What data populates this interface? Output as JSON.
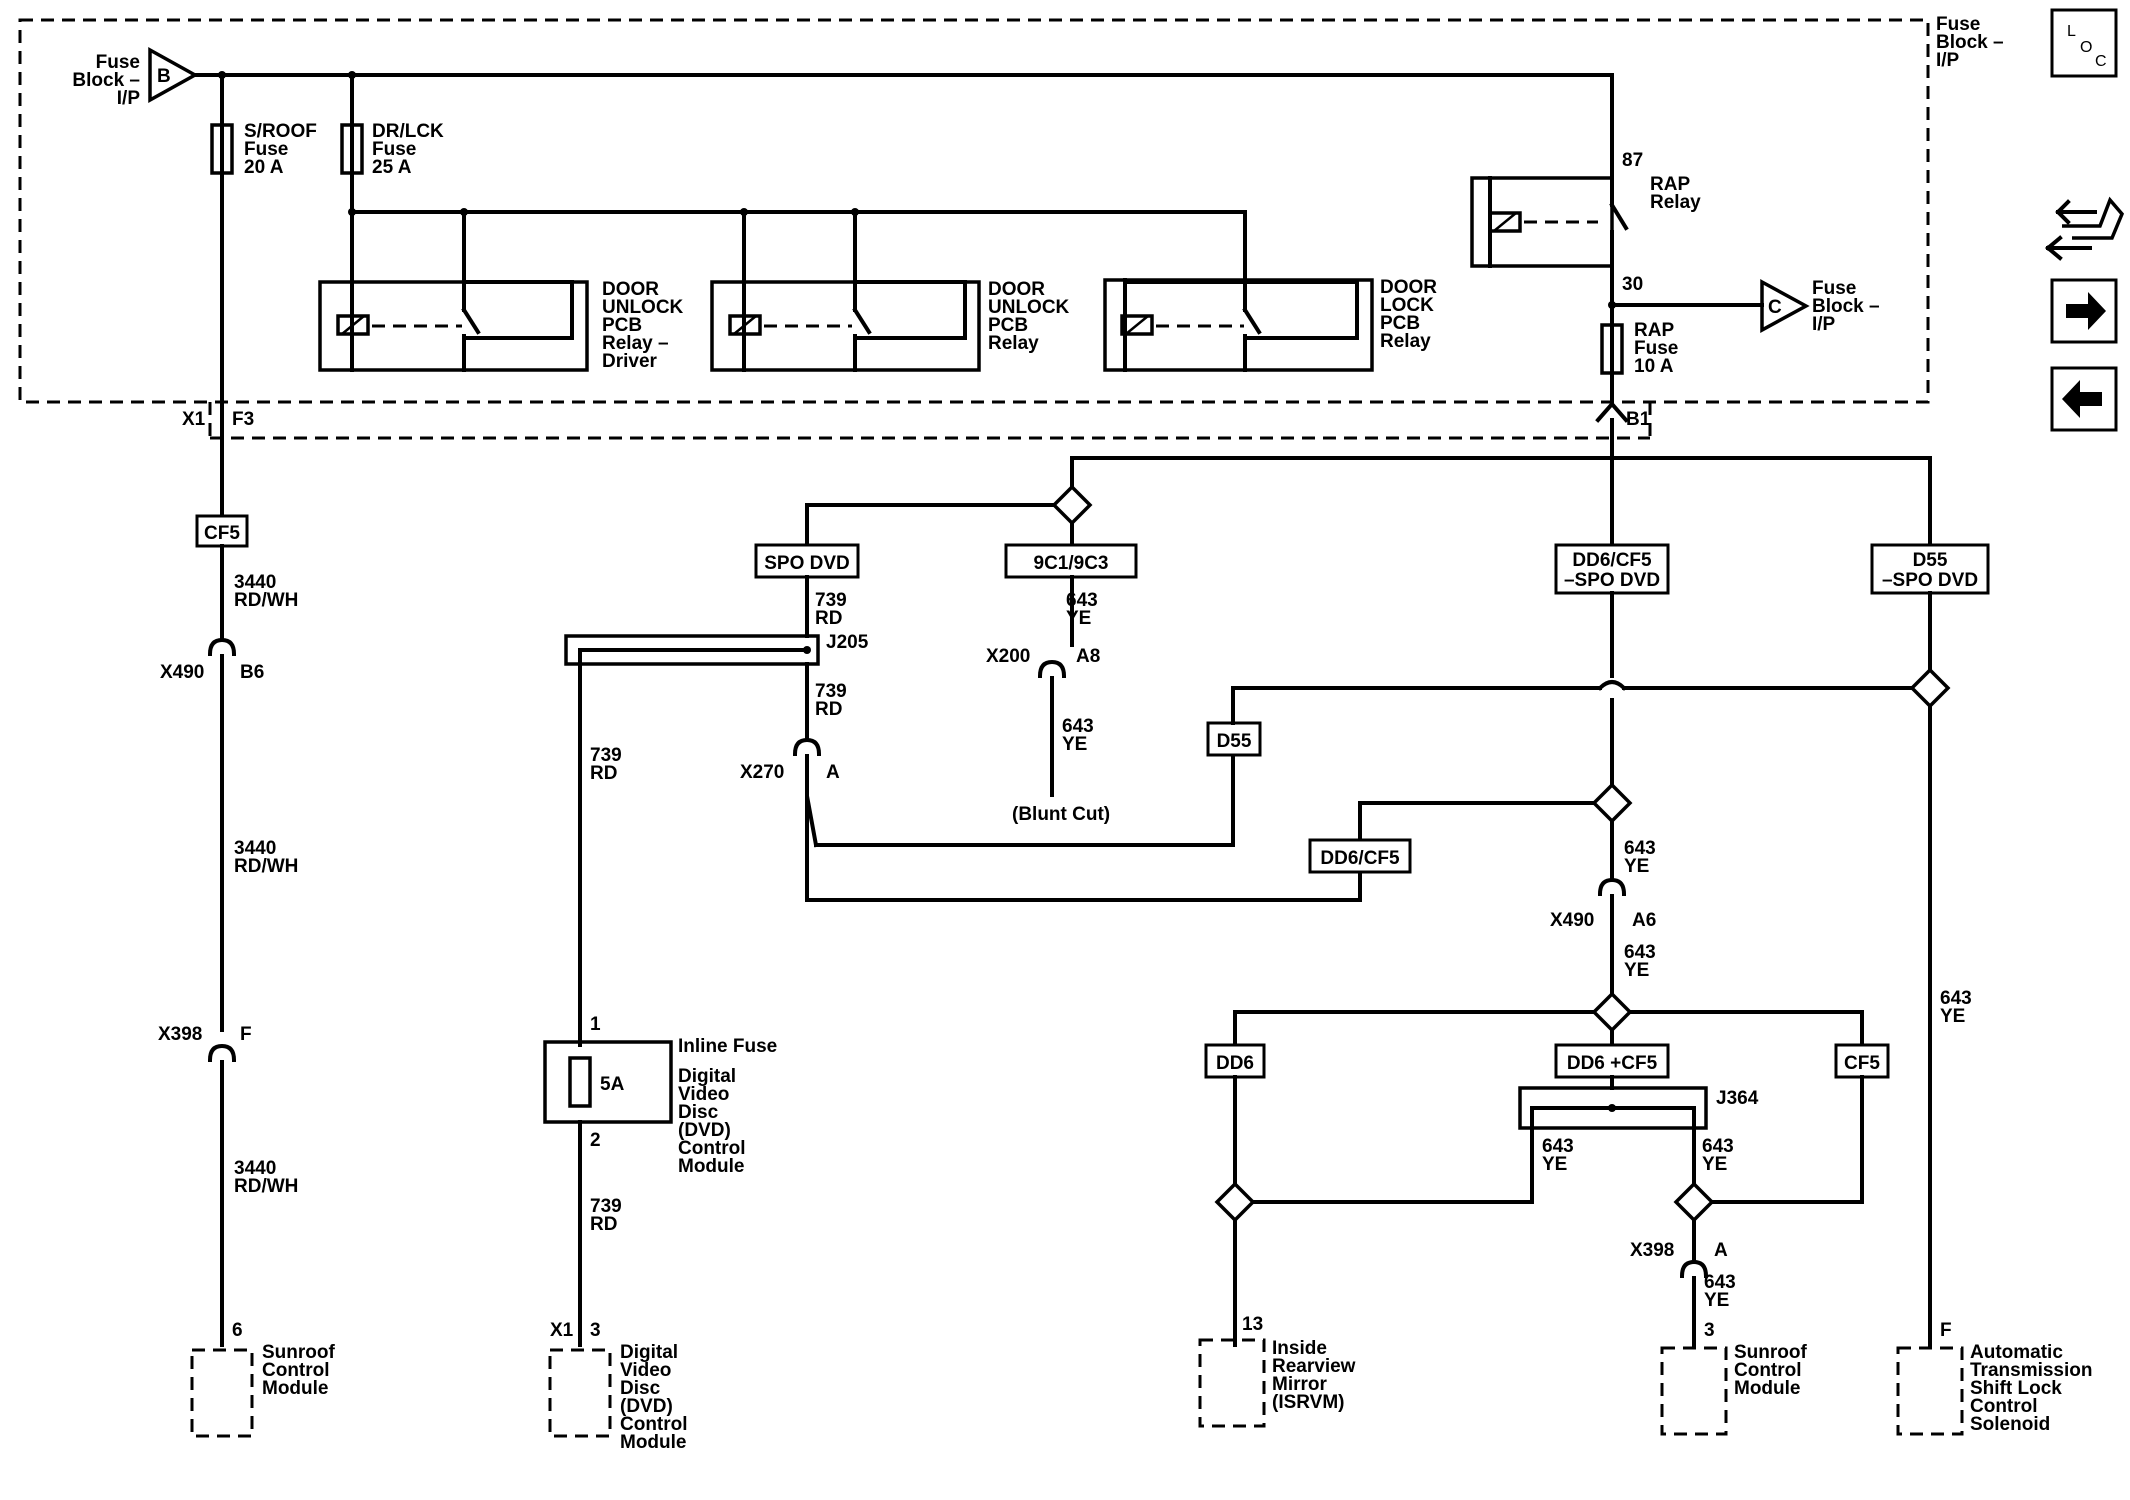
{
  "nav": {
    "loc_icon": "location-icon",
    "wrench_icon": "component-wrench-icon",
    "next_icon": "arrow-right-icon",
    "prev_icon": "arrow-left-icon",
    "loc_l": "L",
    "loc_o": "O",
    "loc_c": "C"
  },
  "fuse_block": {
    "title": [
      "Fuse",
      "Block –",
      "I/P"
    ],
    "source_b": {
      "letter": "B",
      "label": [
        "Fuse",
        "Block –",
        "I/P"
      ]
    },
    "source_c": {
      "letter": "C",
      "label": [
        "Fuse",
        "Block –",
        "I/P"
      ]
    },
    "sroof_fuse": [
      "S/ROOF",
      "Fuse",
      "20 A"
    ],
    "drlck_fuse": [
      "DR/LCK",
      "Fuse",
      "25 A"
    ],
    "relay_driver": [
      "DOOR",
      "UNLOCK",
      "PCB",
      "Relay –",
      "Driver"
    ],
    "relay_unlock": [
      "DOOR",
      "UNLOCK",
      "PCB",
      "Relay"
    ],
    "relay_lock": [
      "DOOR",
      "LOCK",
      "PCB",
      "Relay"
    ],
    "rap_relay": [
      "RAP",
      "Relay"
    ],
    "pin_87": "87",
    "pin_30": "30",
    "rap_fuse": [
      "RAP",
      "Fuse",
      "10 A"
    ],
    "conn_x1": "X1",
    "conn_f3": "F3",
    "conn_b1": "B1"
  },
  "options": {
    "cf5_top": "CF5",
    "spo_dvd": "SPO DVD",
    "c1c3": "9C1/9C3",
    "dd6_cf5_spo": [
      "DD6/CF5",
      "–SPO DVD"
    ],
    "d55_spo": [
      "D55",
      "–SPO DVD"
    ],
    "d55": "D55",
    "dd6_cf5": "DD6/CF5",
    "dd6": "DD6",
    "dd6_plus_cf5": "DD6 +CF5",
    "cf5_bottom": "CF5"
  },
  "wires": {
    "w3440_1": [
      "3440",
      "RD/WH"
    ],
    "w3440_2": [
      "3440",
      "RD/WH"
    ],
    "w3440_3": [
      "3440",
      "RD/WH"
    ],
    "w739_a": [
      "739",
      "RD"
    ],
    "w739_b": [
      "739",
      "RD"
    ],
    "w739_c": [
      "739",
      "RD"
    ],
    "w739_d": [
      "739",
      "RD"
    ],
    "w643_a": [
      "643",
      "YE"
    ],
    "w643_b": [
      "643",
      "YE"
    ],
    "w643_c": [
      "643",
      "YE"
    ],
    "w643_d": [
      "643",
      "YE"
    ],
    "w643_e": [
      "643",
      "YE"
    ],
    "w643_f": [
      "643",
      "YE"
    ],
    "w643_g": [
      "643",
      "YE"
    ],
    "w643_h": [
      "643",
      "YE"
    ]
  },
  "connectors": {
    "x490_b6": {
      "name": "X490",
      "pin": "B6"
    },
    "x398_f": {
      "name": "X398",
      "pin": "F"
    },
    "x270_a": {
      "name": "X270",
      "pin": "A"
    },
    "x200_a8": {
      "name": "X200",
      "pin": "A8"
    },
    "x490_a6": {
      "name": "X490",
      "pin": "A6"
    },
    "x398_a": {
      "name": "X398",
      "pin": "A"
    },
    "j205": "J205",
    "j364": "J364",
    "blunt_cut": "(Blunt Cut)"
  },
  "inline_fuse": {
    "title": "Inline Fuse",
    "rating": "5A",
    "pin1": "1",
    "pin2": "2",
    "module": [
      "Digital",
      "Video",
      "Disc",
      "(DVD)",
      "Control",
      "Module"
    ]
  },
  "modules": {
    "sunroof_left": {
      "pin": "6",
      "label": [
        "Sunroof",
        "Control",
        "Module"
      ]
    },
    "dvd": {
      "conn": "X1",
      "pin": "3",
      "label": [
        "Digital",
        "Video",
        "Disc",
        "(DVD)",
        "Control",
        "Module"
      ]
    },
    "isrvm": {
      "pin": "13",
      "label": [
        "Inside",
        "Rearview",
        "Mirror",
        "(ISRVM)"
      ]
    },
    "sunroof_right": {
      "pin": "3",
      "label": [
        "Sunroof",
        "Control",
        "Module"
      ]
    },
    "shift_lock": {
      "pin": "F",
      "label": [
        "Automatic",
        "Transmission",
        "Shift Lock",
        "Control",
        "Solenoid"
      ]
    }
  }
}
